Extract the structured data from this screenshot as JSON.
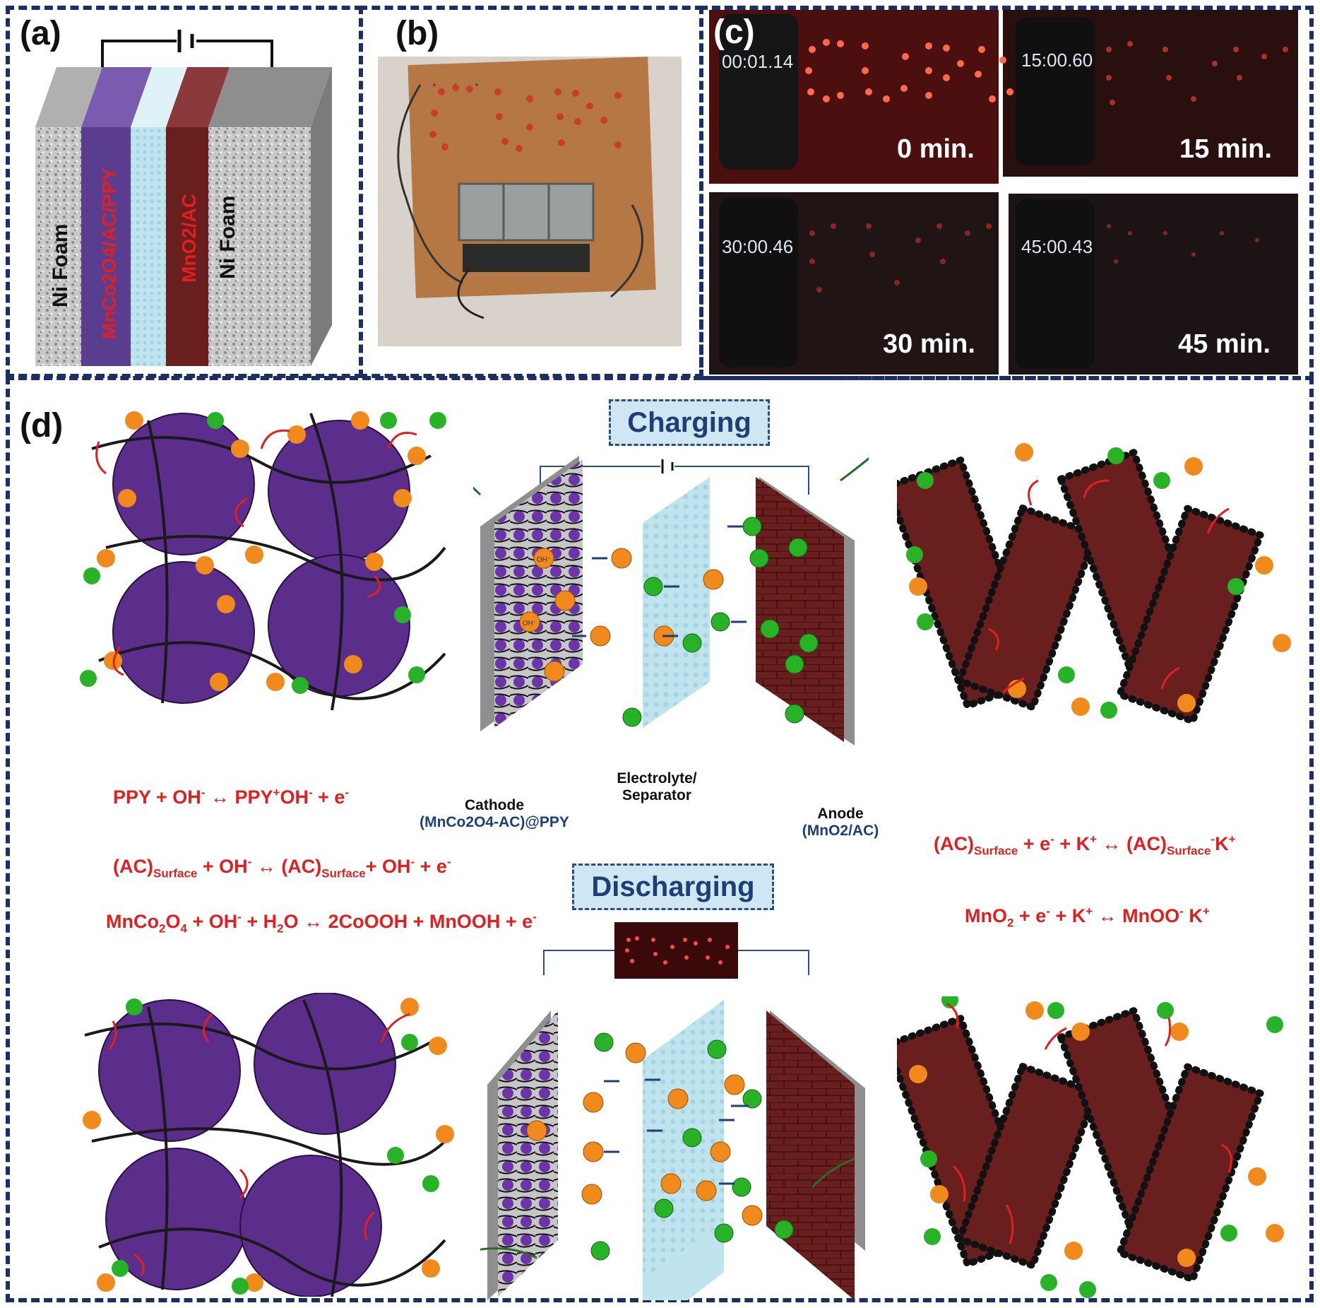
{
  "panels": {
    "a": {
      "label": "(a)",
      "layers": [
        "Ni Foam",
        "MnCo2O4/AC/PPY",
        "MnO2/AC",
        "Ni Foam"
      ]
    },
    "b": {
      "label": "(b)"
    },
    "c": {
      "label": "(c)",
      "frames": [
        {
          "clock": "00:01.14",
          "time": "0 min."
        },
        {
          "clock": "15:00.60",
          "time": "15 min."
        },
        {
          "clock": "30:00.46",
          "time": "30 min."
        },
        {
          "clock": "45:00.43",
          "time": "45 min."
        }
      ]
    },
    "d": {
      "label": "(d)",
      "charging": "Charging",
      "discharging": "Discharging",
      "cathode_label": "Cathode",
      "cathode_material": "(MnCo2O4-AC)@PPY",
      "separator_label": "Electrolyte/",
      "separator_label2": "Separator",
      "anode_label": "Anode",
      "anode_material": "(MnO2/AC)",
      "equations_cathode": [
        "PPY + OH- ↔ PPY+OH- + e-",
        "(AC)Surface + OH- ↔ (AC)Surface+ OH- + e-",
        "MnCo2O4 + OH- + H2O ↔ 2CoOOH + MnOOH + e-"
      ],
      "equations_anode": [
        "(AC)Surface + e- + K+ ↔ (AC)Surface-K+",
        "MnO2 + e- + K+ ↔ MnOO- K+"
      ],
      "ion_oh": "OH-",
      "ion_k": "K+",
      "electron": "e-"
    }
  },
  "colors": {
    "frame": "#1c2f64",
    "cathode": "#5b3d8f",
    "anode": "#6a1f1f",
    "separator": "#bfe4ee",
    "equation": "#e02020",
    "oh_ion": "#f08a1c",
    "k_ion": "#27b227"
  }
}
